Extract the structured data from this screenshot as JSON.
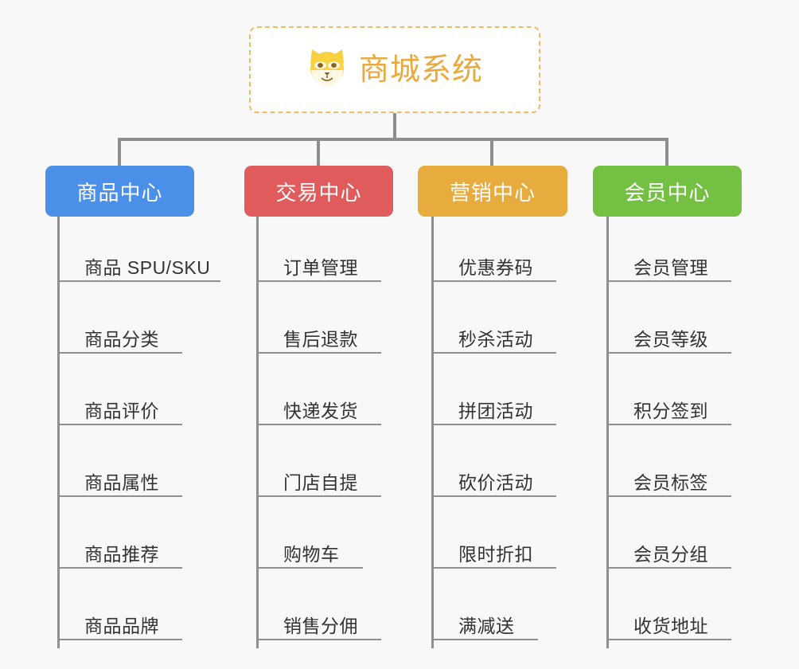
{
  "background_color": "#f8f8f8",
  "root": {
    "title": "商城系统",
    "icon": "shiba-dog-icon",
    "title_color": "#e9a93c",
    "border_color": "#f1bc63",
    "card_color": "#ffffff"
  },
  "connector_color": "#8f8f8f",
  "columns": [
    {
      "header": "商品中心",
      "color": "#4a90e8",
      "items": [
        "商品 SPU/SKU",
        "商品分类",
        "商品评价",
        "商品属性",
        "商品推荐",
        "商品品牌"
      ]
    },
    {
      "header": "交易中心",
      "color": "#e05c5c",
      "items": [
        "订单管理",
        "售后退款",
        "快递发货",
        "门店自提",
        "购物车",
        "销售分佣"
      ]
    },
    {
      "header": "营销中心",
      "color": "#e8ab3e",
      "items": [
        "优惠券码",
        "秒杀活动",
        "拼团活动",
        "砍价活动",
        "限时折扣",
        "满减送"
      ]
    },
    {
      "header": "会员中心",
      "color": "#74c043",
      "items": [
        "会员管理",
        "会员等级",
        "积分签到",
        "会员标签",
        "会员分组",
        "收货地址"
      ]
    }
  ]
}
